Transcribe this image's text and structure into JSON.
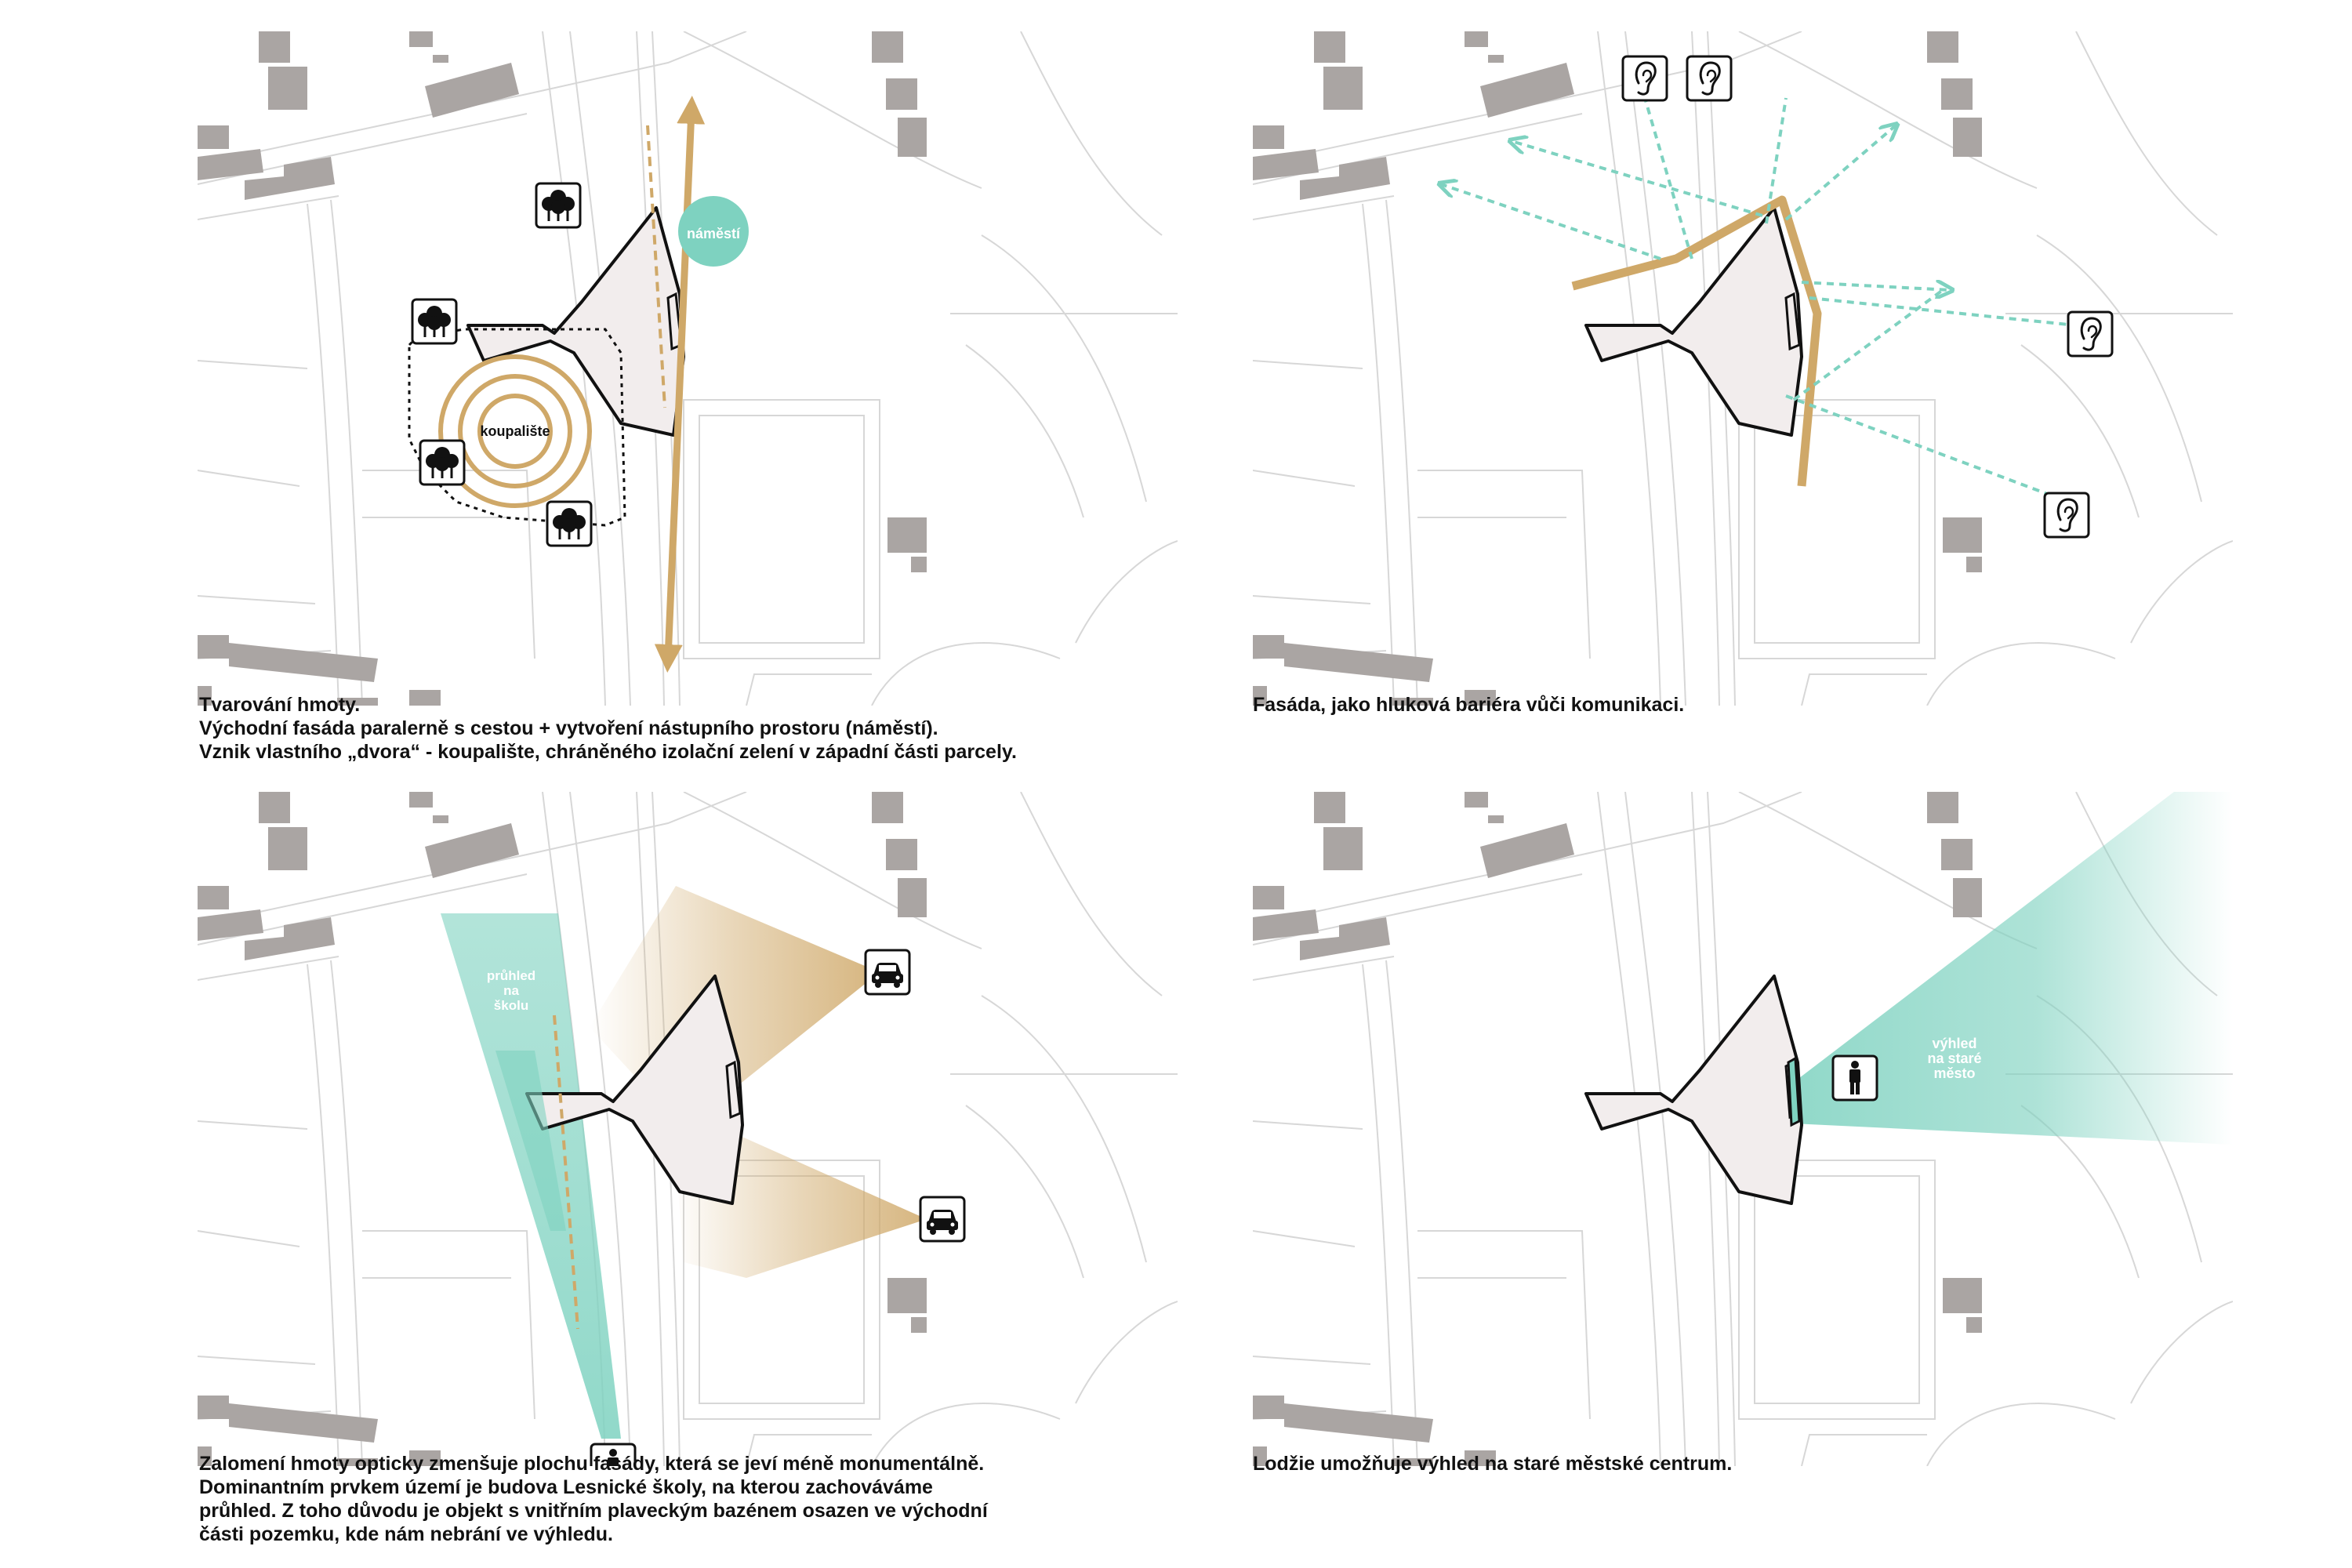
{
  "colors": {
    "building_gray": "#aaa5a3",
    "site_fill": "#f2eded",
    "gold": "#cfa868",
    "teal": "#7ed2c0",
    "road_line": "#d7d7d7",
    "outline": "#111111"
  },
  "icons": {
    "trees": "trees-icon",
    "ear": "ear-icon",
    "car": "car-icon",
    "person": "person-icon"
  },
  "panels": [
    {
      "caption": [
        "Tvarování hmoty.",
        "Východní fasáda paralerně s cestou + vytvoření nástupního prostoru (náměstí).",
        "Vznik vlastního „dvora“ - koupalište, chráněného izolační zelení v západní části parcely."
      ],
      "labels": {
        "square": "náměstí",
        "pool": "koupalište"
      }
    },
    {
      "caption": [
        "Fasáda, jako hluková bariéra vůči komunikaci."
      ]
    },
    {
      "caption": [
        "Zalomení hmoty opticky zmenšuje plochu fasády, která se jeví méně monumentálně.",
        "Dominantním prvkem území je budova Lesnické školy, na kterou zachováváme",
        "průhled. Z toho důvodu je objekt s vnitřním plaveckým bazénem osazen ve východní",
        "části pozemku, kde nám nebrání ve výhledu."
      ],
      "labels": {
        "view_line1": "průhled",
        "view_line2": "na",
        "view_line3": "školu"
      }
    },
    {
      "caption": [
        "Lodžie umožňuje výhled na staré městské centrum."
      ],
      "labels": {
        "view_line1": "výhled",
        "view_line2": "na staré",
        "view_line3": "město"
      }
    }
  ]
}
